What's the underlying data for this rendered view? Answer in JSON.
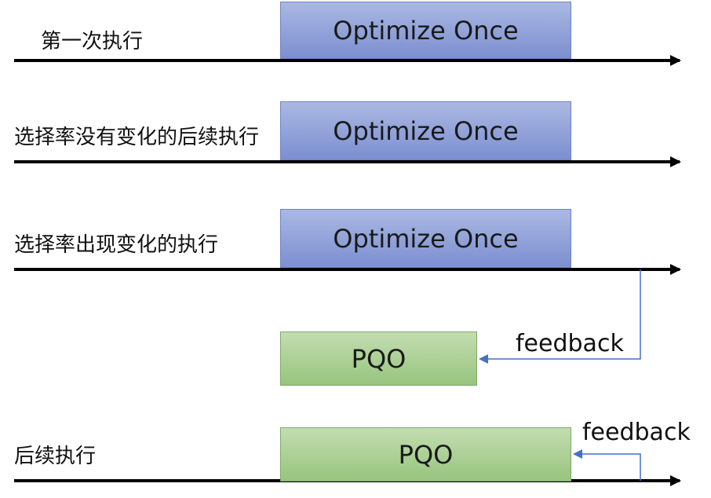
{
  "rows": [
    {
      "label": "第一次执行",
      "box": "Optimize Once"
    },
    {
      "label": "选择率没有变化的后续执行",
      "box": "Optimize Once"
    },
    {
      "label": "选择率出现变化的执行",
      "box": "Optimize Once"
    },
    {
      "label": "后续执行",
      "box": "PQO"
    }
  ],
  "pqo_box": "PQO",
  "feedback_labels": [
    "feedback",
    "feedback"
  ],
  "colors": {
    "optimize_fill": "#8c9dd6",
    "pqo_fill": "#a9cf92",
    "arrow": "#000000",
    "feedback_line": "#4472c4"
  }
}
